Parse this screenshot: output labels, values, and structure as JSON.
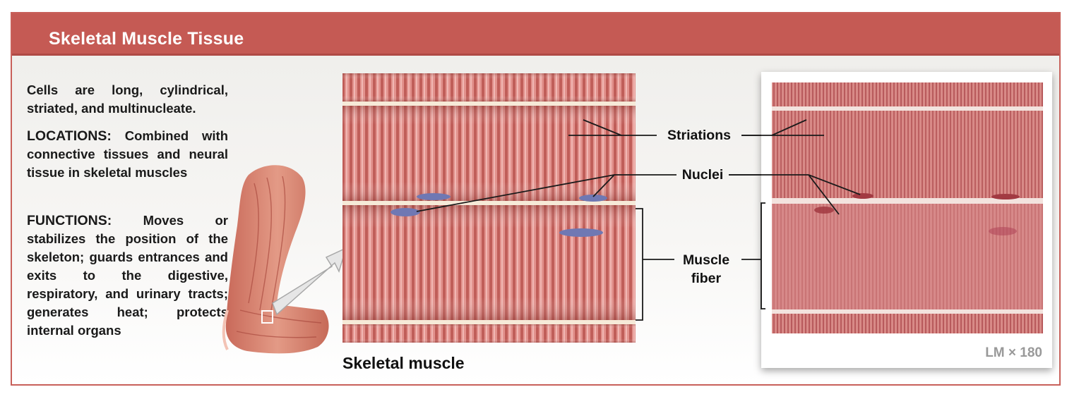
{
  "header": {
    "title": "Skeletal Muscle Tissue"
  },
  "description": {
    "intro": "Cells are long, cylindrical, striated, and multinucleate.",
    "locations_label": "LOCATIONS:",
    "locations_text": "Combined with connective tissues and neural tissue in skeletal muscles",
    "functions_label": "FUNCTIONS:",
    "functions_text": "Moves or stabilizes the position of the skeleton; guards entrances and exits to the digestive, respiratory, and urinary tracts; generates heat; protects internal organs"
  },
  "labels": {
    "striations": "Striations",
    "nuclei": "Nuclei",
    "muscle_fiber": "Muscle fiber"
  },
  "caption": "Skeletal muscle",
  "magnification": "LM × 180",
  "colors": {
    "accent": "#c55a54",
    "fiber": "#d9837e",
    "stripe_dark": "#c2625d",
    "nucleus": "#6f78b3"
  }
}
